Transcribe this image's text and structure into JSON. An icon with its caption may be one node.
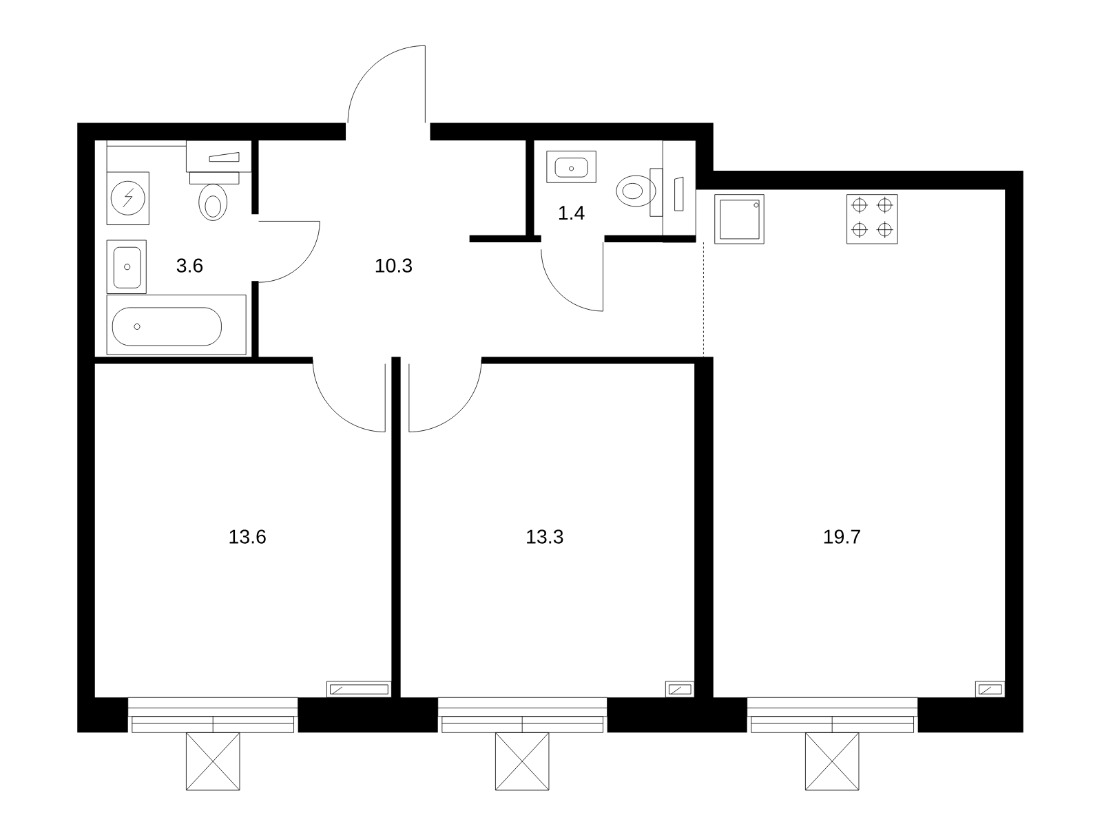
{
  "diagram": {
    "nodes": [
      {
        "text": [
          "1.4"
        ]
      },
      {
        "text": [
          "3.6"
        ]
      },
      {
        "text": [
          "10.3"
        ]
      },
      {
        "text": [
          "13.6"
        ]
      },
      {
        "text": [
          "13.3"
        ]
      },
      {
        "text": [
          "19.7"
        ]
      }
    ]
  }
}
